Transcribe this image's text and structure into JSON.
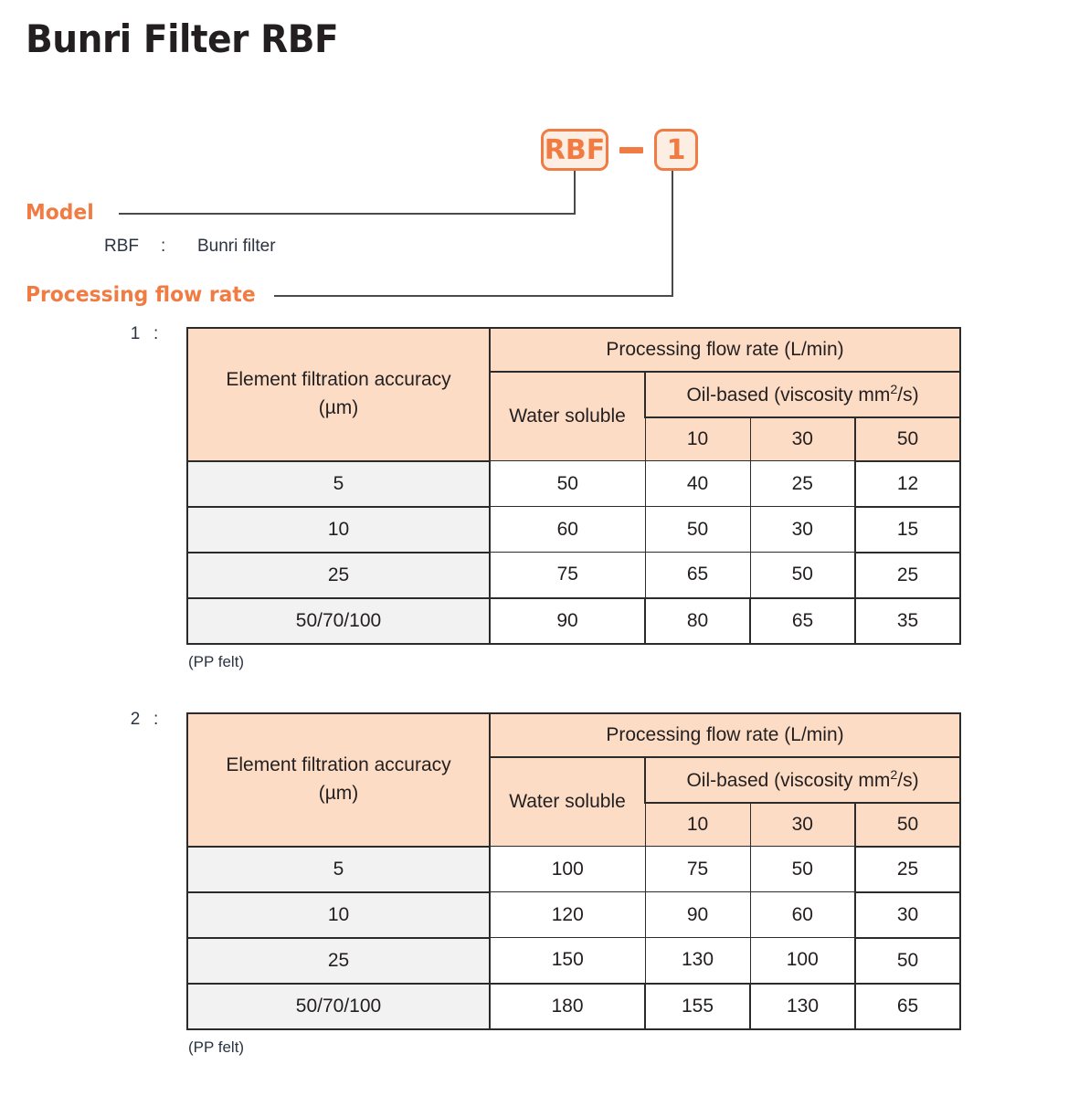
{
  "title": "Bunri Filter RBF",
  "model_code": {
    "boxes": [
      {
        "name": "model",
        "value": "RBF"
      },
      {
        "name": "processing-flow-rate",
        "value": "1"
      }
    ],
    "separator": "—"
  },
  "accent_color": "#f07c44",
  "header_fill": "#fcdcc4",
  "sections": [
    {
      "label": "Model",
      "legend": [
        {
          "code": "RBF",
          "colon": ":",
          "description": "Bunri filter"
        }
      ]
    },
    {
      "label": "Processing flow rate"
    }
  ],
  "tables": [
    {
      "index": "1",
      "index_colon": ":",
      "note": "(PP felt)",
      "headers": {
        "accuracy": "Element filtration accuracy",
        "accuracy_unit": "(µm)",
        "flow_rate": "Processing flow rate (L/min)",
        "water_soluble": "Water soluble",
        "oil_based_prefix": "Oil-based (viscosity mm",
        "oil_based_sup": "2",
        "oil_based_suffix": "/s)",
        "viscosity_cols": [
          "10",
          "30",
          "50"
        ]
      },
      "rows": [
        {
          "accuracy": "5",
          "water_soluble": "50",
          "oil": [
            "40",
            "25",
            "12"
          ]
        },
        {
          "accuracy": "10",
          "water_soluble": "60",
          "oil": [
            "50",
            "30",
            "15"
          ]
        },
        {
          "accuracy": "25",
          "water_soluble": "75",
          "oil": [
            "65",
            "50",
            "25"
          ]
        },
        {
          "accuracy": "50/70/100",
          "water_soluble": "90",
          "oil": [
            "80",
            "65",
            "35"
          ]
        }
      ]
    },
    {
      "index": "2",
      "index_colon": ":",
      "note": "(PP felt)",
      "headers": {
        "accuracy": "Element filtration accuracy",
        "accuracy_unit": "(µm)",
        "flow_rate": "Processing flow rate (L/min)",
        "water_soluble": "Water soluble",
        "oil_based_prefix": "Oil-based (viscosity mm",
        "oil_based_sup": "2",
        "oil_based_suffix": "/s)",
        "viscosity_cols": [
          "10",
          "30",
          "50"
        ]
      },
      "rows": [
        {
          "accuracy": "5",
          "water_soluble": "100",
          "oil": [
            "75",
            "50",
            "25"
          ]
        },
        {
          "accuracy": "10",
          "water_soluble": "120",
          "oil": [
            "90",
            "60",
            "30"
          ]
        },
        {
          "accuracy": "25",
          "water_soluble": "150",
          "oil": [
            "130",
            "100",
            "50"
          ]
        },
        {
          "accuracy": "50/70/100",
          "water_soluble": "180",
          "oil": [
            "155",
            "130",
            "65"
          ]
        }
      ]
    }
  ]
}
